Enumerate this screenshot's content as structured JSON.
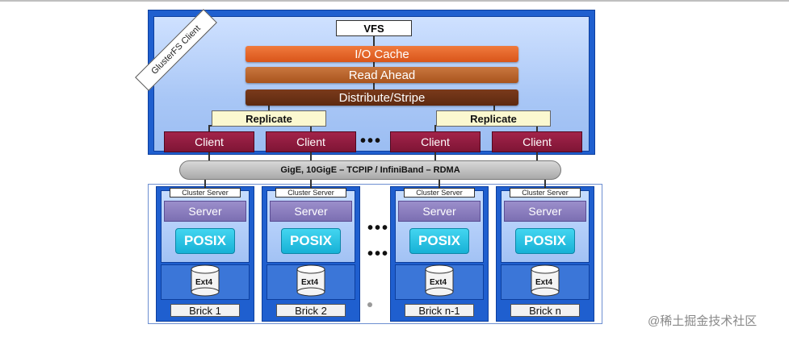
{
  "client_label": "GlusterFS Client",
  "vfs": "VFS",
  "io_cache": "I/O Cache",
  "read_ahead": "Read Ahead",
  "distribute": "Distribute/Stripe",
  "replicate": [
    "Replicate",
    "Replicate"
  ],
  "clients": [
    "Client",
    "Client",
    "Client",
    "Client"
  ],
  "ellipsis": "•••",
  "network": "GigE, 10GigE – TCPIP / InfiniBand – RDMA",
  "servers": [
    {
      "cluster": "Cluster Server",
      "server": "Server",
      "posix": "POSIX",
      "disk": "Ext4",
      "brick": "Brick 1"
    },
    {
      "cluster": "Cluster Server",
      "server": "Server",
      "posix": "POSIX",
      "disk": "Ext4",
      "brick": "Brick 2"
    },
    {
      "cluster": "Cluster Server",
      "server": "Server",
      "posix": "POSIX",
      "disk": "Ext4",
      "brick": "Brick n-1"
    },
    {
      "cluster": "Cluster Server",
      "server": "Server",
      "posix": "POSIX",
      "disk": "Ext4",
      "brick": "Brick n"
    }
  ],
  "watermark": "@稀土掘金技术社区",
  "colors": {
    "frame_blue": "#1f5fcf",
    "client_maroon": "#8e1c40",
    "server_purple": "#8a7ebf",
    "posix_cyan": "#2cc4e6"
  }
}
